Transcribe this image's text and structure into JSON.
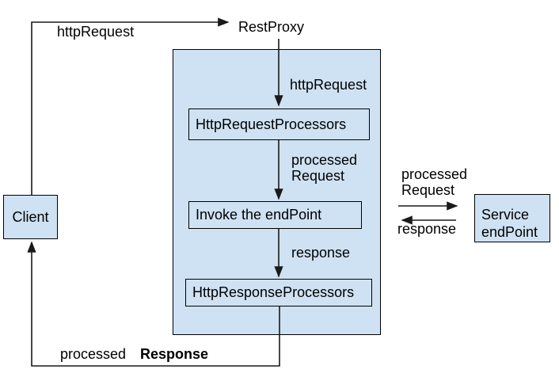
{
  "colors": {
    "box_fill": "#cfe2f3",
    "box_border": "#000000",
    "line": "#1a1a1a"
  },
  "nodes": {
    "client": {
      "label": "Client"
    },
    "rest_proxy": {
      "label": "RestProxy"
    },
    "http_request_processors": {
      "label": "HttpRequestProcessors"
    },
    "invoke_endpoint": {
      "label": "Invoke the endPoint"
    },
    "http_response_processors": {
      "label": "HttpResponseProcessors"
    },
    "service_endpoint": {
      "line1": "Service",
      "line2": "endPoint"
    }
  },
  "edges": {
    "client_to_restproxy": {
      "label": "httpRequest"
    },
    "restproxy_to_requestprocessors": {
      "label": "httpRequest"
    },
    "requestprocessors_to_invoke": {
      "line1": "processed",
      "line2": "Request"
    },
    "invoke_to_responseprocessors": {
      "label": "response"
    },
    "proxy_to_service": {
      "line1": "processed",
      "line2": "Request"
    },
    "service_to_proxy": {
      "label": "response"
    },
    "responseprocessors_to_client": {
      "word1": "processed",
      "word2": "Response"
    }
  }
}
